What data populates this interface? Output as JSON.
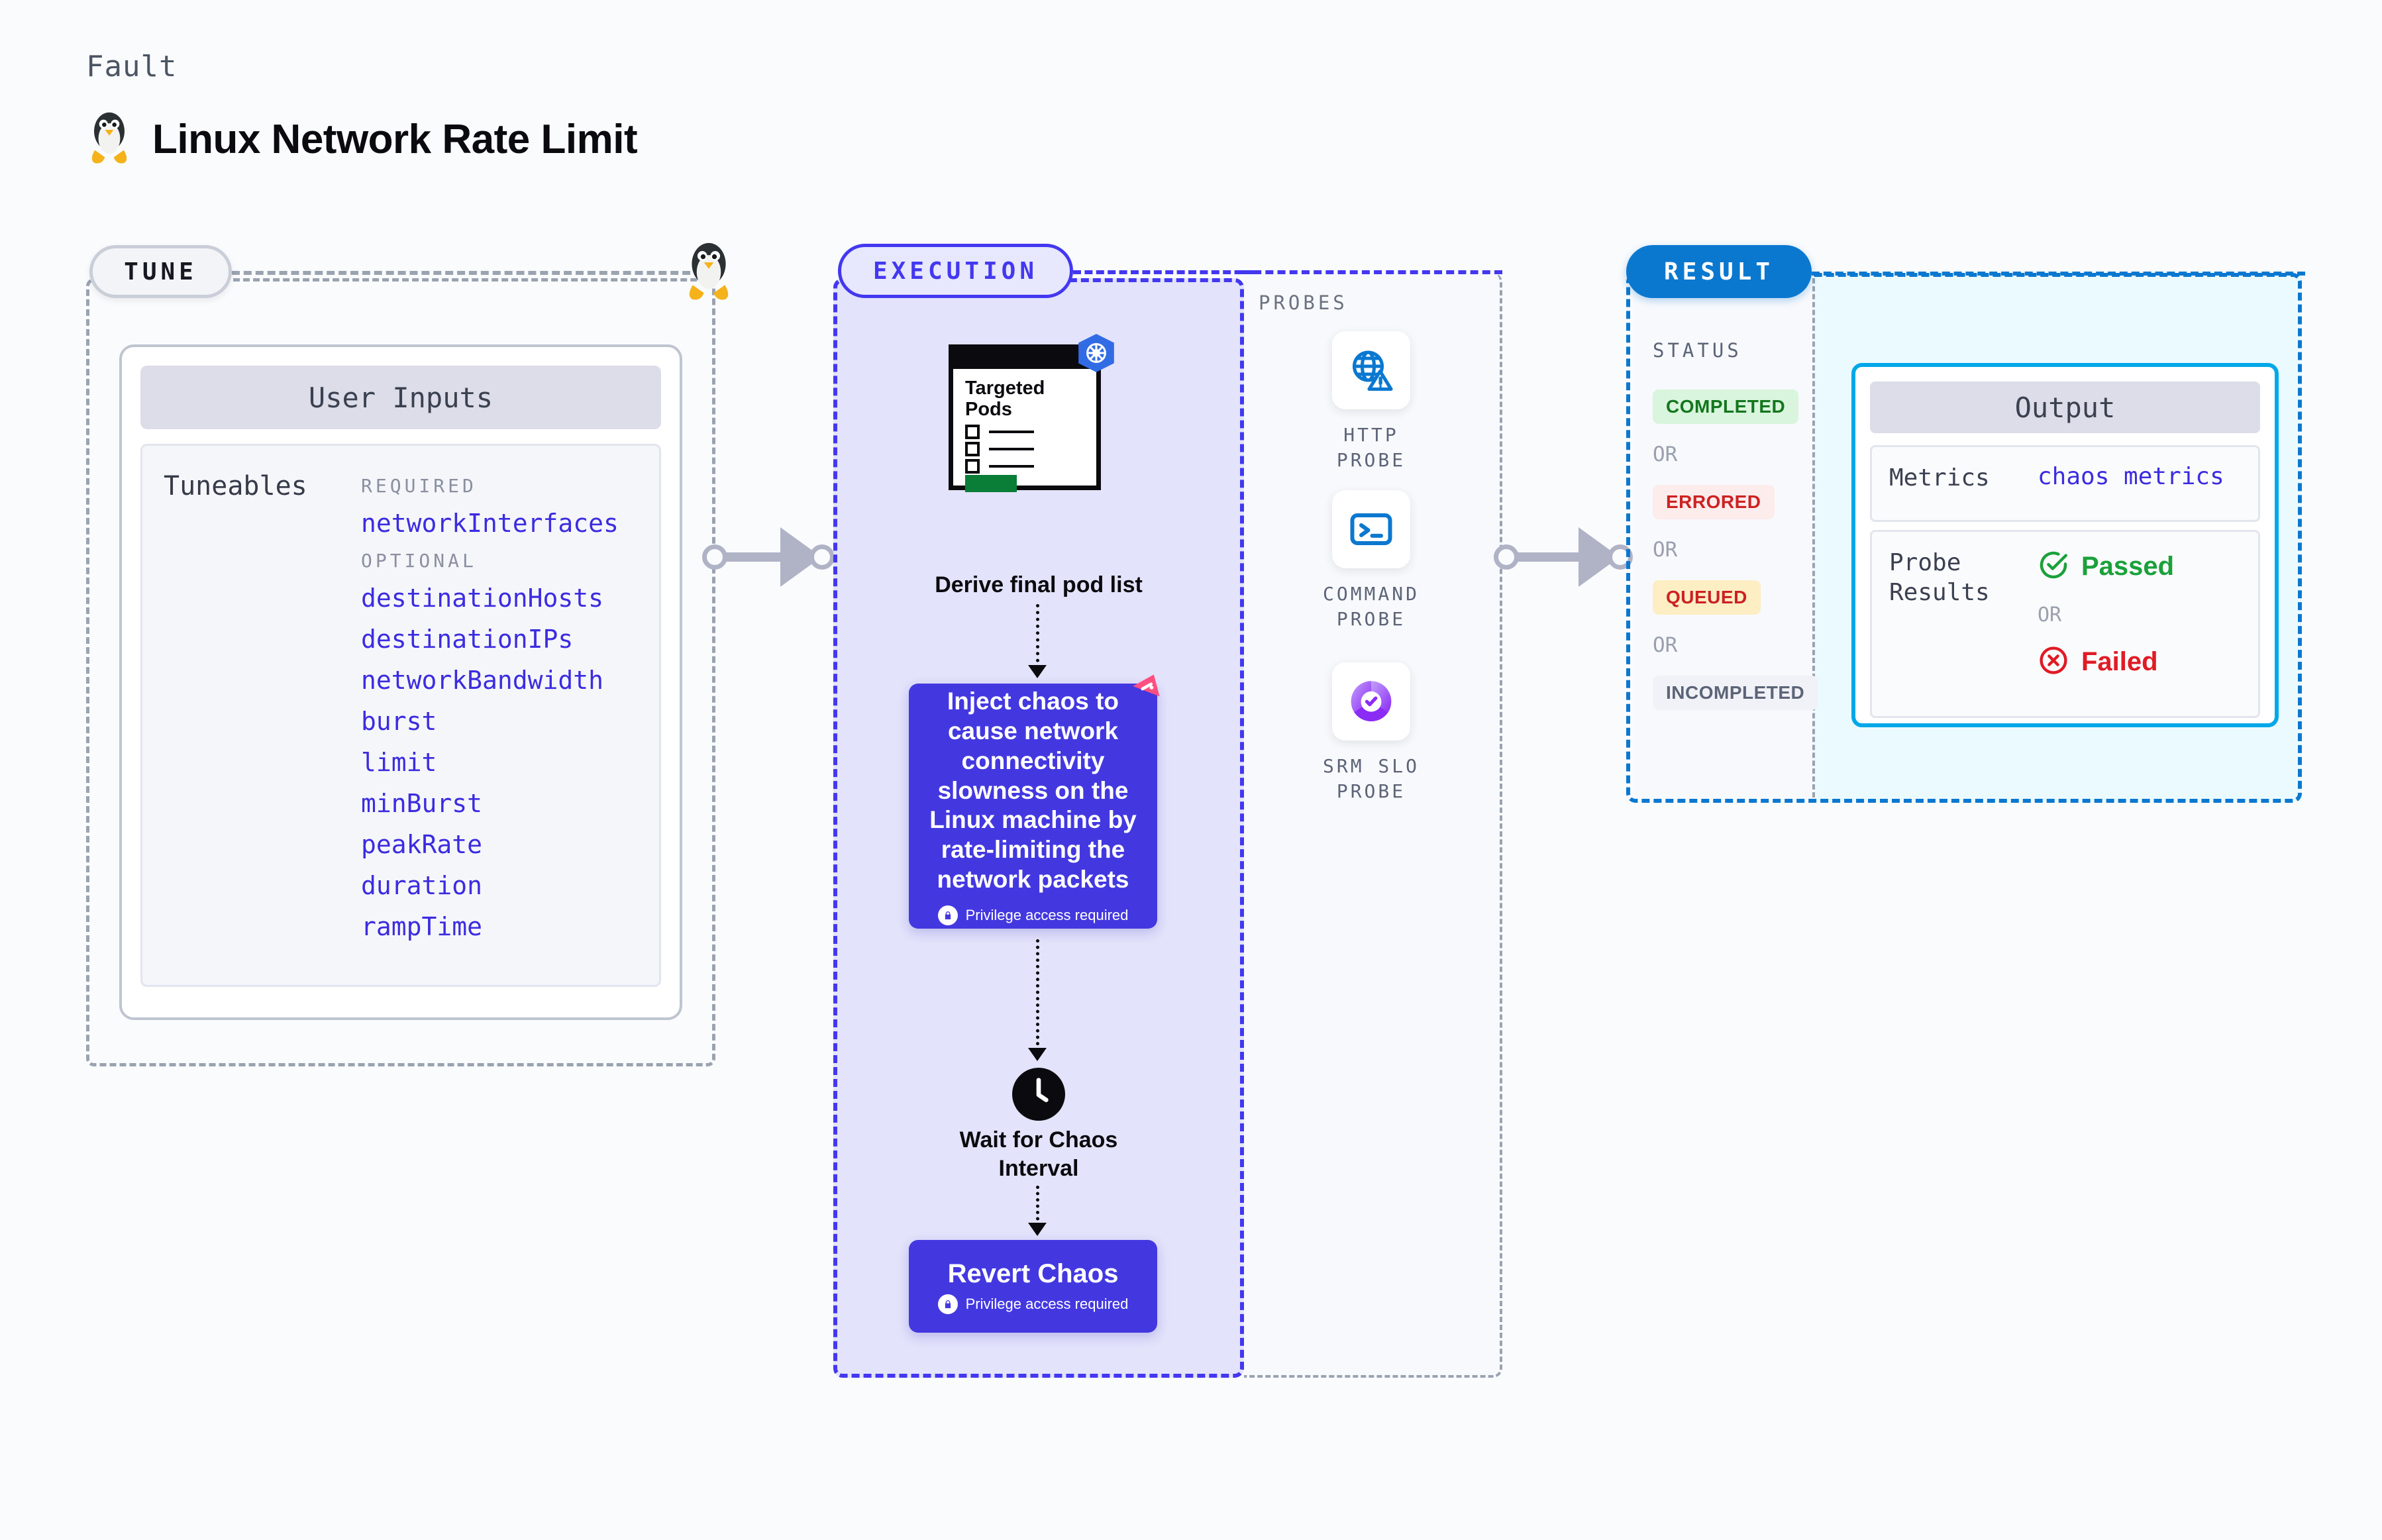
{
  "header": {
    "eyebrow": "Fault",
    "title": "Linux Network Rate Limit",
    "icon": "linux-penguin-icon"
  },
  "tune": {
    "tag": "TUNE",
    "icon": "linux-penguin-icon",
    "card": {
      "title": "User Inputs",
      "group_label": "Tuneables",
      "sections": [
        {
          "heading": "REQUIRED",
          "items": [
            "networkInterfaces"
          ]
        },
        {
          "heading": "OPTIONAL",
          "items": [
            "destinationHosts",
            "destinationIPs",
            "networkBandwidth",
            "burst",
            "limit",
            "minBurst",
            "peakRate",
            "duration",
            "rampTime"
          ]
        }
      ]
    }
  },
  "execution": {
    "tag": "EXECUTION",
    "steps": {
      "pods_card_title": "Targeted Pods",
      "pods_caption": "Derive final pod list",
      "pods_badge_icon": "kubernetes-icon",
      "chaos_text": "Inject chaos to cause network connectivity slowness on the Linux machine by rate-limiting the network packets",
      "chaos_badge_icon": "litmuschaos-icon",
      "privilege_note": "Privilege access required",
      "wait_icon": "clock-icon",
      "wait_caption": "Wait for Chaos Interval",
      "revert_title": "Revert Chaos",
      "revert_privilege_note": "Privilege access required"
    }
  },
  "probes": {
    "title": "PROBES",
    "items": [
      {
        "label": "HTTP PROBE",
        "icon": "globe-warning-icon"
      },
      {
        "label": "COMMAND PROBE",
        "icon": "terminal-icon"
      },
      {
        "label": "SRM SLO PROBE",
        "icon": "slo-donut-check-icon"
      }
    ]
  },
  "result": {
    "tag": "RESULT",
    "status_title": "STATUS",
    "or_label": "OR",
    "statuses": [
      {
        "label": "COMPLETED",
        "bg": "#d9f5dd",
        "fg": "#14761f"
      },
      {
        "label": "ERRORED",
        "bg": "#fdecec",
        "fg": "#cc2222"
      },
      {
        "label": "QUEUED",
        "bg": "#fdeec4",
        "fg": "#cc2222"
      },
      {
        "label": "INCOMPLETED",
        "bg": "#f1f2f7",
        "fg": "#5c6478"
      }
    ],
    "output": {
      "title": "Output",
      "metrics_key": "Metrics",
      "metrics_value": "chaos metrics",
      "probe_results_key": "Probe Results",
      "passed_label": "Passed",
      "failed_label": "Failed",
      "or_label": "OR",
      "passed_icon": "check-circle-icon",
      "failed_icon": "x-circle-icon"
    }
  },
  "colors": {
    "accent_purple": "#4338e0",
    "accent_blue": "#0b78d0",
    "accent_cyan": "#00a8e8",
    "passed_green": "#1aa13a",
    "failed_red": "#e01b24",
    "grey_dash": "#9aa3b0"
  }
}
